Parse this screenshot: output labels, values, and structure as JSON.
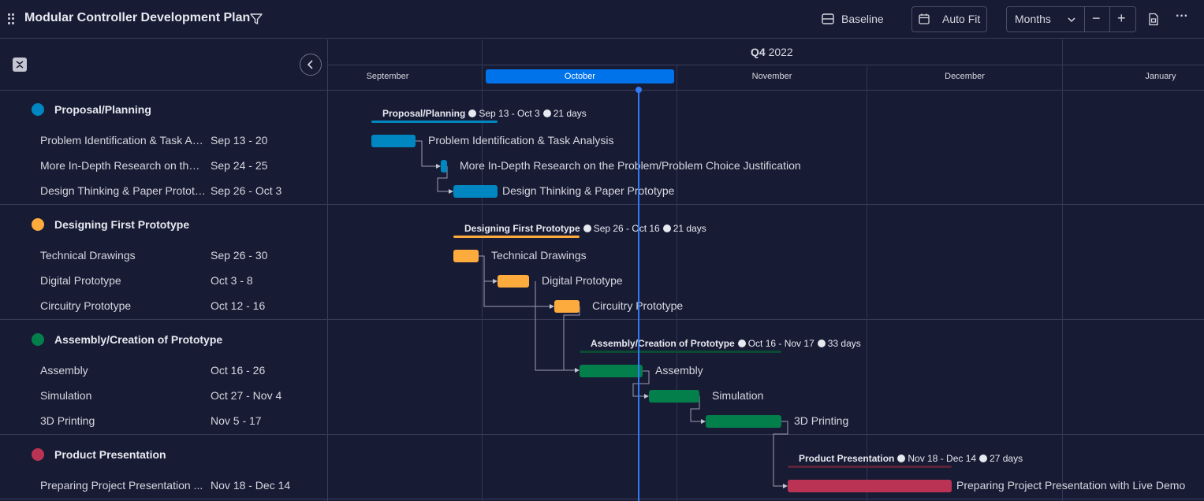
{
  "header": {
    "title": "Modular Controller Development Plan",
    "baseline_label": "Baseline",
    "autofit_label": "Auto Fit",
    "scale_label": "Months",
    "zoom_out": "−",
    "zoom_in": "+",
    "more": "···"
  },
  "timeline": {
    "quarter_bold": "Q4",
    "quarter_year": "2022",
    "months": [
      "September",
      "October",
      "November",
      "December",
      "January"
    ],
    "active_month": "October"
  },
  "groups": [
    {
      "name": "Proposal/Planning",
      "color": "#0086c0",
      "summary_dates": "Sep 13 - Oct 3",
      "summary_days": "21 days",
      "tasks": [
        {
          "name": "Problem Identification & Task An...",
          "full": "Problem Identification & Task Analysis",
          "dates": "Sep 13 - 20"
        },
        {
          "name": "More In-Depth Research on the ...",
          "full": "More In-Depth Research on the Problem/Problem Choice Justification",
          "dates": "Sep 24 - 25"
        },
        {
          "name": "Design Thinking & Paper Prototy...",
          "full": "Design Thinking & Paper Prototype",
          "dates": "Sep 26 - Oct 3"
        }
      ]
    },
    {
      "name": "Designing First Prototype",
      "color": "#fdab3d",
      "summary_dates": "Sep 26 - Oct 16",
      "summary_days": "21 days",
      "tasks": [
        {
          "name": "Technical Drawings",
          "full": "Technical Drawings",
          "dates": "Sep 26 - 30"
        },
        {
          "name": "Digital Prototype",
          "full": "Digital Prototype",
          "dates": "Oct 3 - 8"
        },
        {
          "name": "Circuitry Prototype",
          "full": "Circuitry Prototype",
          "dates": "Oct 12 - 16"
        }
      ]
    },
    {
      "name": "Assembly/Creation of Prototype",
      "color": "#037f4c",
      "summary_dates": "Oct 16 - Nov 17",
      "summary_days": "33 days",
      "tasks": [
        {
          "name": "Assembly",
          "full": "Assembly",
          "dates": "Oct 16 - 26"
        },
        {
          "name": "Simulation",
          "full": "Simulation",
          "dates": "Oct 27 - Nov 4"
        },
        {
          "name": "3D Printing",
          "full": "3D Printing",
          "dates": "Nov 5 - 17"
        }
      ]
    },
    {
      "name": "Product Presentation",
      "color": "#bb3354",
      "summary_dates": "Nov 18 - Dec 14",
      "summary_days": "27 days",
      "tasks": [
        {
          "name": "Preparing Project Presentation ...",
          "full": "Preparing Project Presentation with Live Demo",
          "dates": "Nov 18 - Dec 14"
        }
      ]
    }
  ]
}
